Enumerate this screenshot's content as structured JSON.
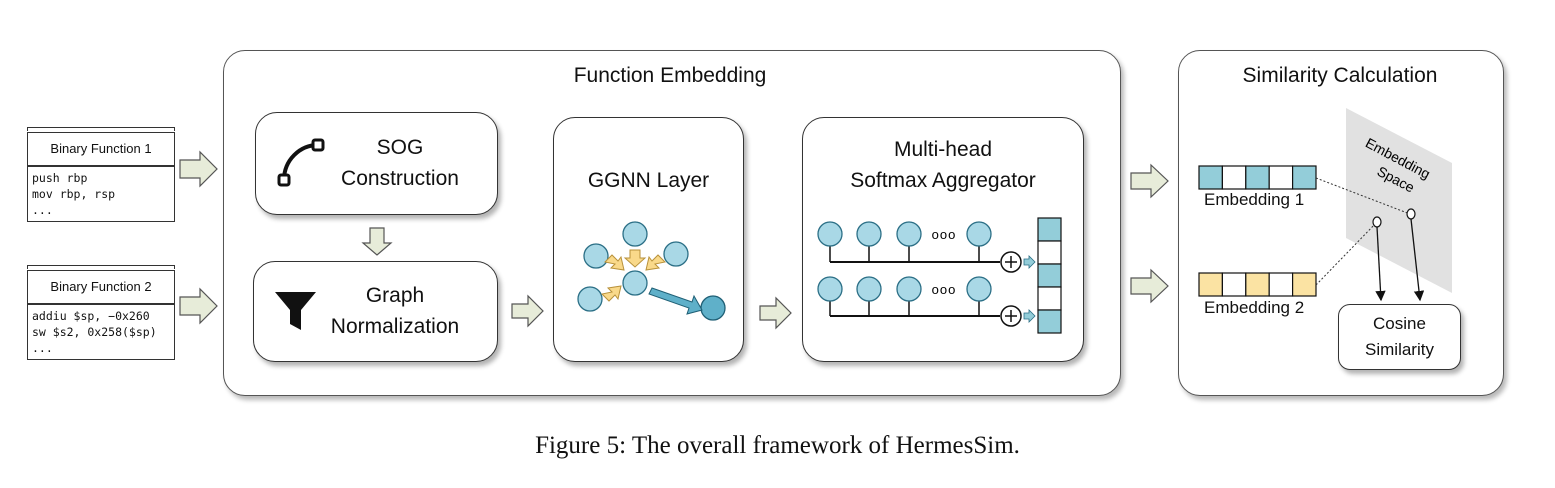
{
  "colors": {
    "node_fill": "#a9d8e6",
    "node_stroke": "#2b6f86",
    "embedding_blue": "#93cdd9",
    "embedding_yellow": "#fbe3a3",
    "arrow_fill": "#e7ecd9",
    "yellow_arrow": "#f9d98a",
    "embedding_space": "#e1e1e1"
  },
  "inputs": [
    {
      "title": "Binary Function 1",
      "code": "push rbp\nmov rbp, rsp\n..."
    },
    {
      "title": "Binary Function 2",
      "code": "addiu $sp, −0x260\nsw $s2, 0x258($sp)\n..."
    }
  ],
  "function_embedding": {
    "title": "Function Embedding",
    "sog": {
      "line1": "SOG",
      "line2": "Construction",
      "icon": "curve-icon"
    },
    "normalization": {
      "line1": "Graph",
      "line2": "Normalization",
      "icon": "funnel-icon"
    },
    "ggnn": {
      "title": "GGNN Layer"
    },
    "aggregator": {
      "line1": "Multi-head",
      "line2": "Softmax Aggregator",
      "ellipsis": "ooo"
    }
  },
  "similarity": {
    "title": "Similarity Calculation",
    "embedding1_label": "Embedding 1",
    "embedding2_label": "Embedding 2",
    "space_line1": "Embedding",
    "space_line2": "Space",
    "cosine_line1": "Cosine",
    "cosine_line2": "Similarity",
    "embedding1_pattern": [
      1,
      0,
      1,
      0,
      1
    ],
    "embedding2_pattern": [
      1,
      0,
      1,
      0,
      1
    ]
  },
  "caption": "Figure 5: The overall framework of HermesSim."
}
